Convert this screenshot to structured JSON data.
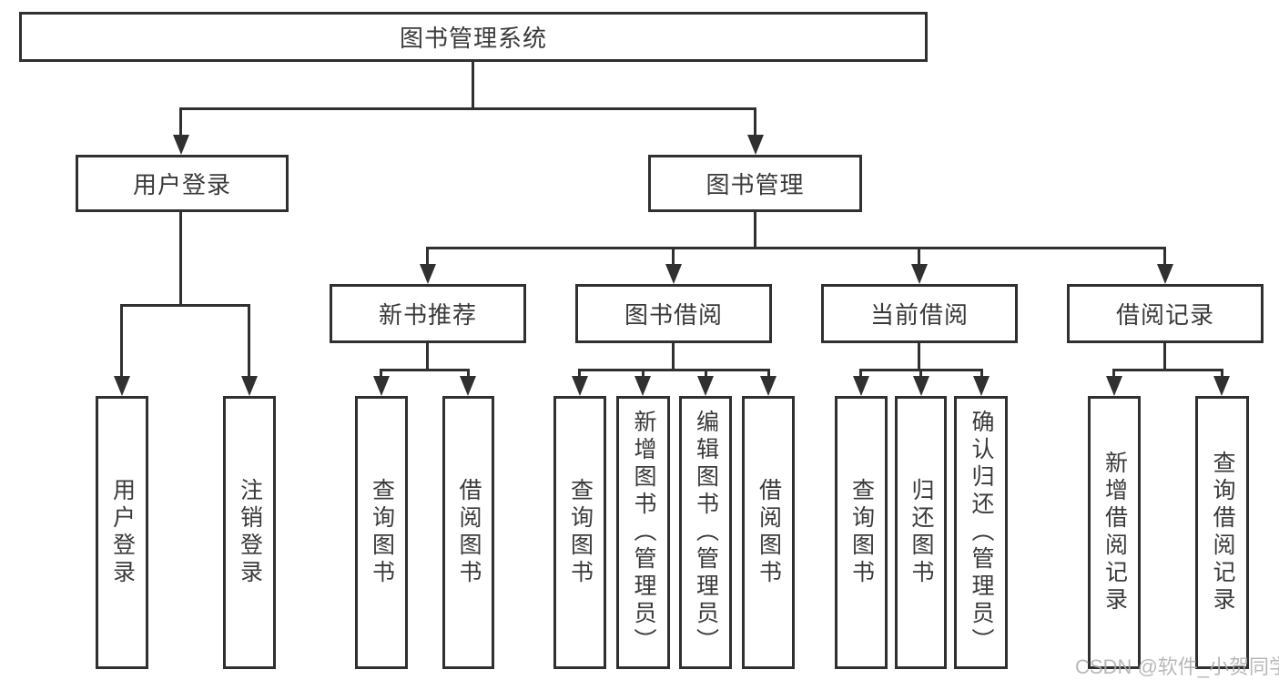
{
  "diagram": {
    "root": "图书管理系统",
    "user_login": {
      "label": "用户登录",
      "children": {
        "login": "用户登录",
        "logout": "注销登录"
      }
    },
    "book_mgmt": {
      "label": "图书管理",
      "new_books": {
        "label": "新书推荐",
        "children": {
          "query": "查询图书",
          "borrow": "借阅图书"
        }
      },
      "book_borrow": {
        "label": "图书借阅",
        "children": {
          "query": "查询图书",
          "add": "新增图书（管理员）",
          "edit": "编辑图书（管理员）",
          "borrow": "借阅图书"
        }
      },
      "current_borrow": {
        "label": "当前借阅",
        "children": {
          "query": "查询图书",
          "return": "归还图书",
          "confirm": "确认归还（管理员）"
        }
      },
      "borrow_records": {
        "label": "借阅记录",
        "children": {
          "add": "新增借阅记录",
          "query": "查询借阅记录"
        }
      }
    }
  },
  "watermark": "CSDN @软件_小贺同学",
  "colors": {
    "line": "#303030",
    "text": "#3a3a3a",
    "watermark": "#acacac",
    "background": "#ffffff"
  }
}
